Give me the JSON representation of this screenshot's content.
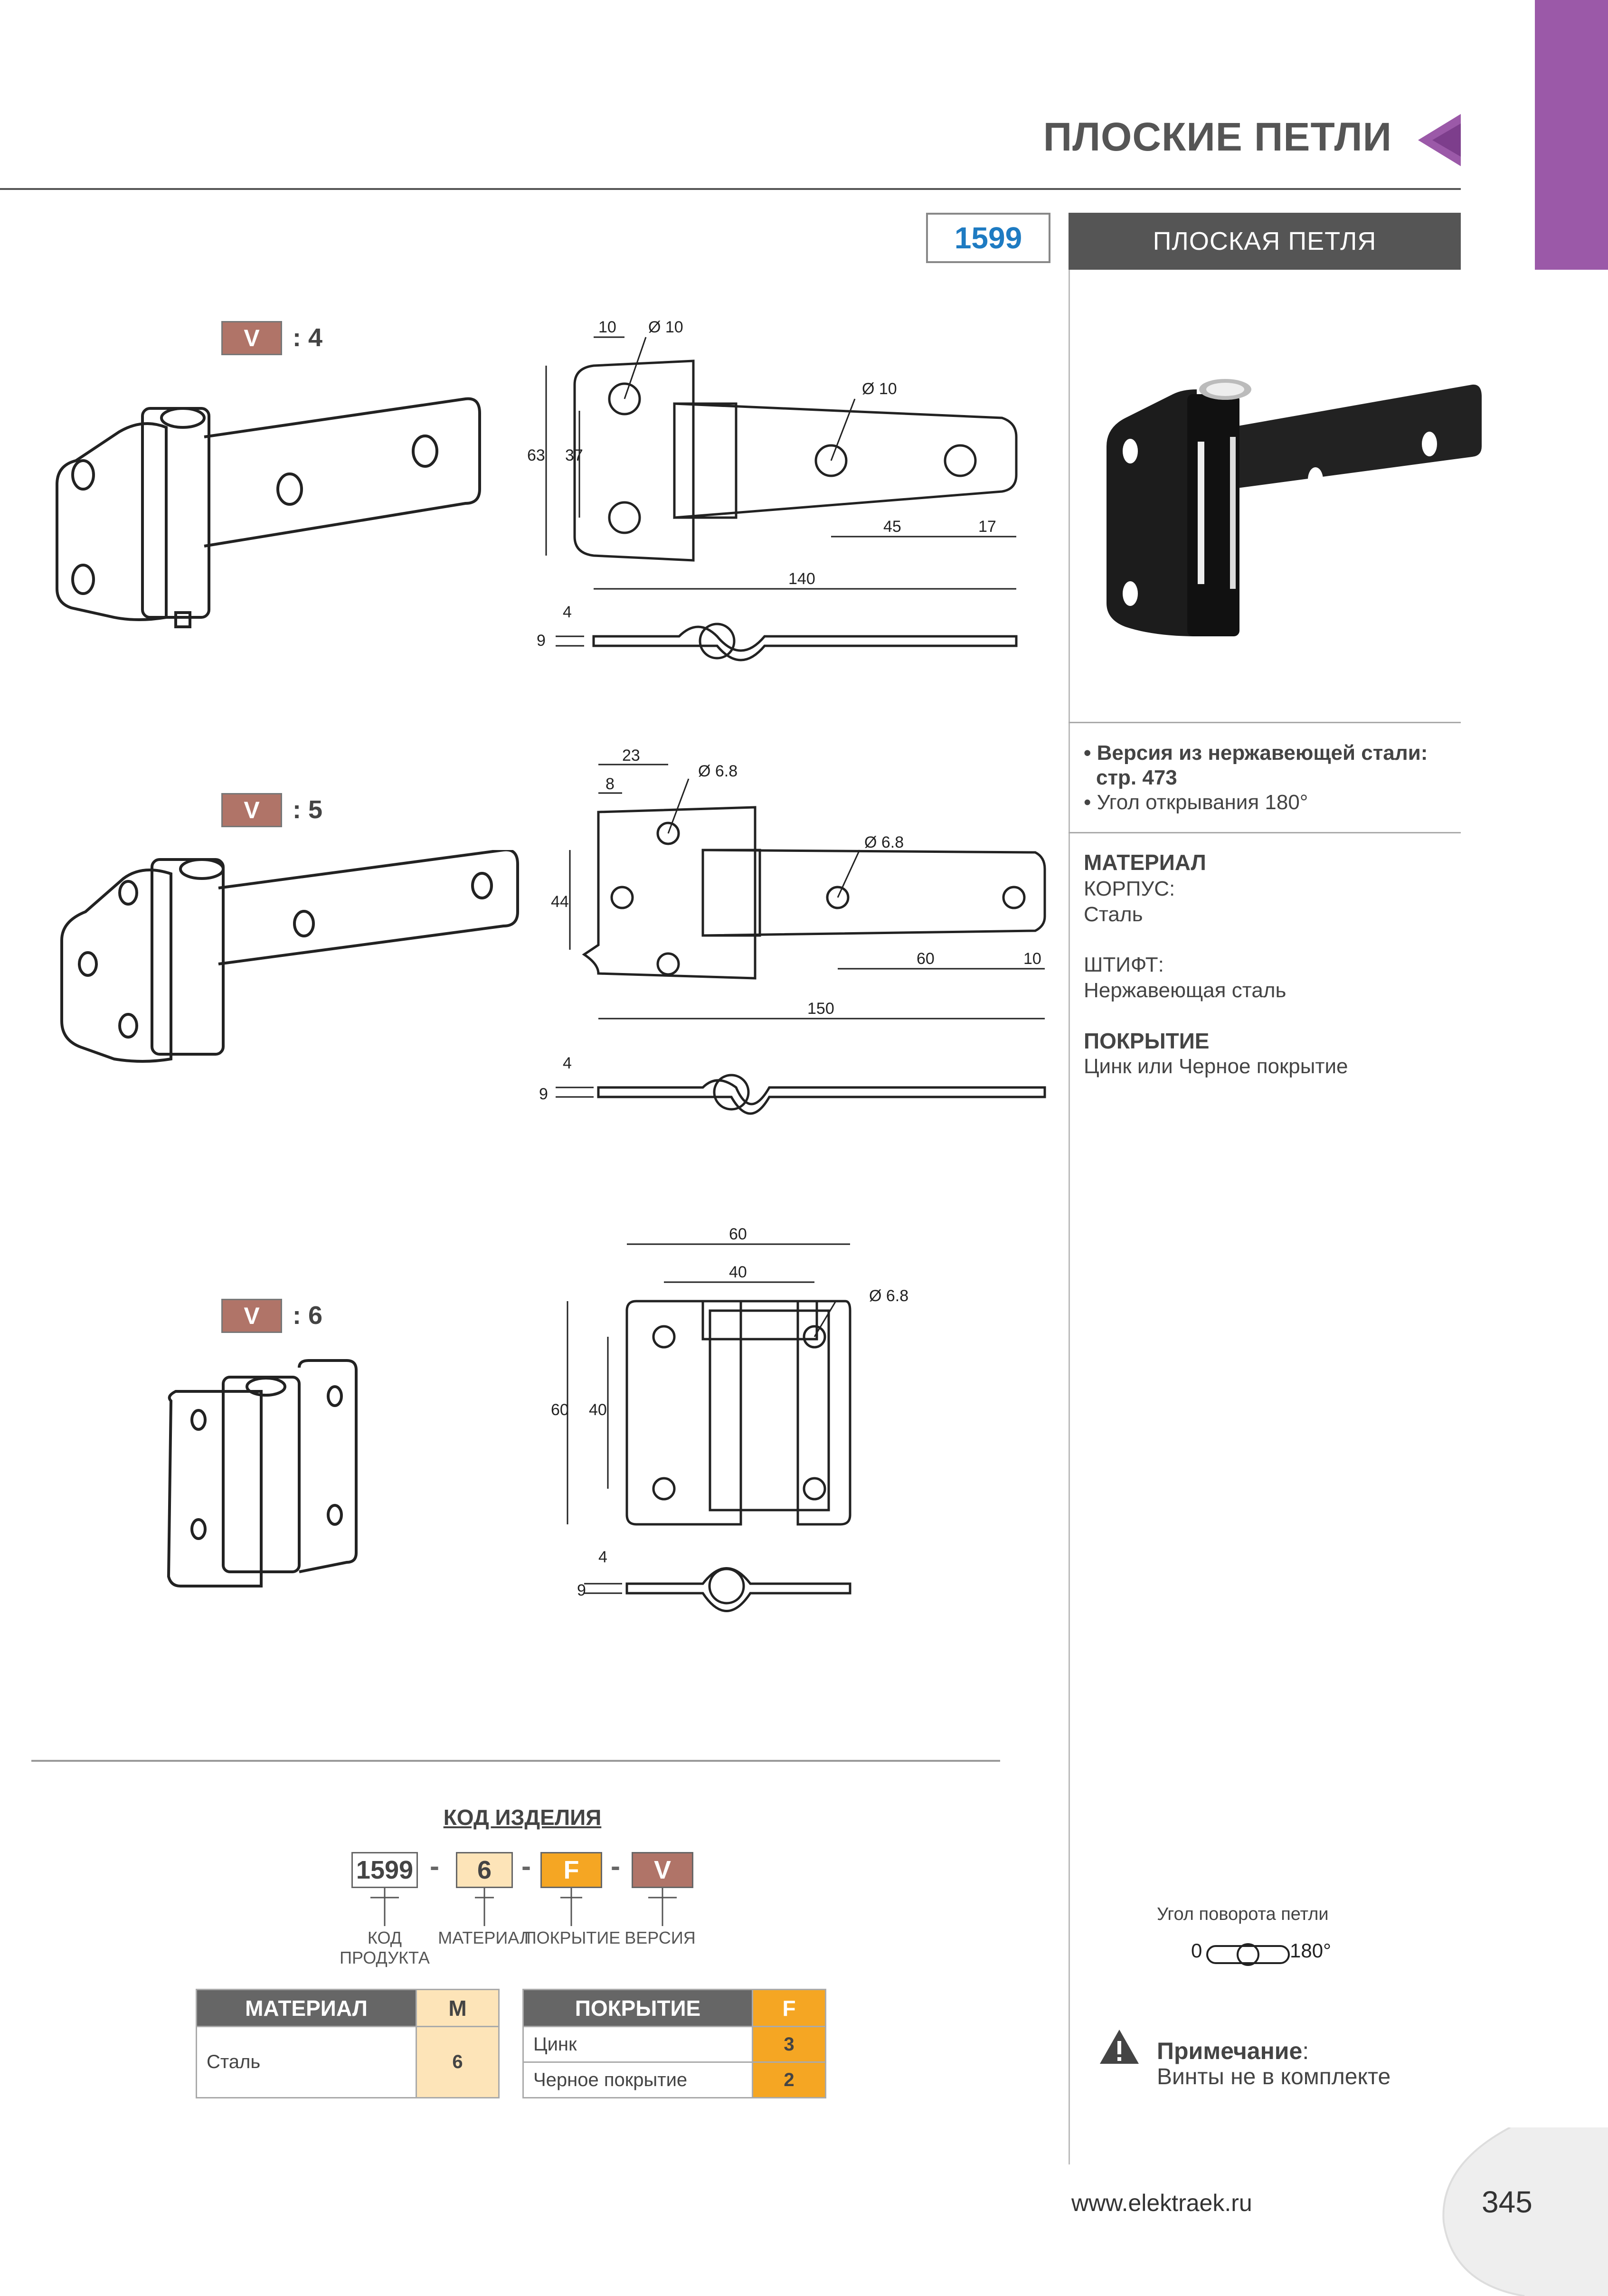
{
  "header": {
    "title": "ПЛОСКИЕ ПЕТЛИ"
  },
  "product": {
    "code": "1599",
    "name": "ПЛОСКАЯ ПЕТЛЯ"
  },
  "features": [
    {
      "text": "Версия из нержавеющей стали:",
      "bold": true
    },
    {
      "text": "стр. 473",
      "bold": true
    },
    {
      "text": "Угол открывания 180°",
      "bold": false
    }
  ],
  "material_section": {
    "heading": "МАТЕРИАЛ",
    "body_label": "КОРПУС:",
    "body_value": "Сталь",
    "pin_label": "ШТИФТ:",
    "pin_value": "Нержавеющая сталь"
  },
  "coating_section": {
    "heading": "ПОКРЫТИЕ",
    "value": "Цинк или Черное покрытие"
  },
  "versions": [
    {
      "tag": "V",
      "num": ": 4",
      "dims": {
        "a": "10",
        "b": "Ø 10",
        "c": "Ø 10",
        "h1": "63",
        "h2": "37",
        "w1": "45",
        "w2": "17",
        "total": "140",
        "t1": "4",
        "t2": "9"
      }
    },
    {
      "tag": "V",
      "num": ": 5",
      "dims": {
        "a": "23",
        "b": "8",
        "c": "Ø 6.8",
        "d": "Ø 6.8",
        "h1": "44",
        "w1": "60",
        "w2": "10",
        "total": "150",
        "t1": "4",
        "t2": "9"
      }
    },
    {
      "tag": "V",
      "num": ": 6",
      "dims": {
        "w_total": "60",
        "w_inner": "40",
        "c": "Ø 6.8",
        "h1": "60",
        "h2": "40",
        "t1": "4",
        "t2": "9"
      }
    }
  ],
  "product_code": {
    "title": "КОД ИЗДЕЛИЯ",
    "parts": [
      {
        "value": "1599",
        "label": "КОД\nПРОДУКТА",
        "color": "#ffffff"
      },
      {
        "value": "6",
        "label": "МАТЕРИАЛ",
        "color": "#fde4b8"
      },
      {
        "value": "F",
        "label": "ПОКРЫТИЕ",
        "color": "#f5a623"
      },
      {
        "value": "V",
        "label": "ВЕРСИЯ",
        "color": "#b07468"
      }
    ],
    "label_code": "КОД",
    "label_code2": "ПРОДУКТА",
    "dash": "-"
  },
  "material_table": {
    "header": "МАТЕРИАЛ",
    "col": "M",
    "rows": [
      {
        "name": "Сталь",
        "code": "6"
      }
    ]
  },
  "coating_table": {
    "header": "ПОКРЫТИЕ",
    "col": "F",
    "rows": [
      {
        "name": "Цинк",
        "code": "3"
      },
      {
        "name": "Черное покрытие",
        "code": "2"
      }
    ]
  },
  "rotation": {
    "label": "Угол поворота петли",
    "min": "0",
    "max": "180°"
  },
  "note": {
    "title": "Примечание",
    "colon": ":",
    "text": "Винты не в комплекте"
  },
  "footer": {
    "website": "www.elektraek.ru",
    "page": "345"
  },
  "colors": {
    "accent": "#9b59a8",
    "code_blue": "#1e7bc2",
    "header_gray": "#555555",
    "version_tag": "#b07468",
    "coating_orange": "#f5a623",
    "material_beige": "#fde4b8"
  }
}
